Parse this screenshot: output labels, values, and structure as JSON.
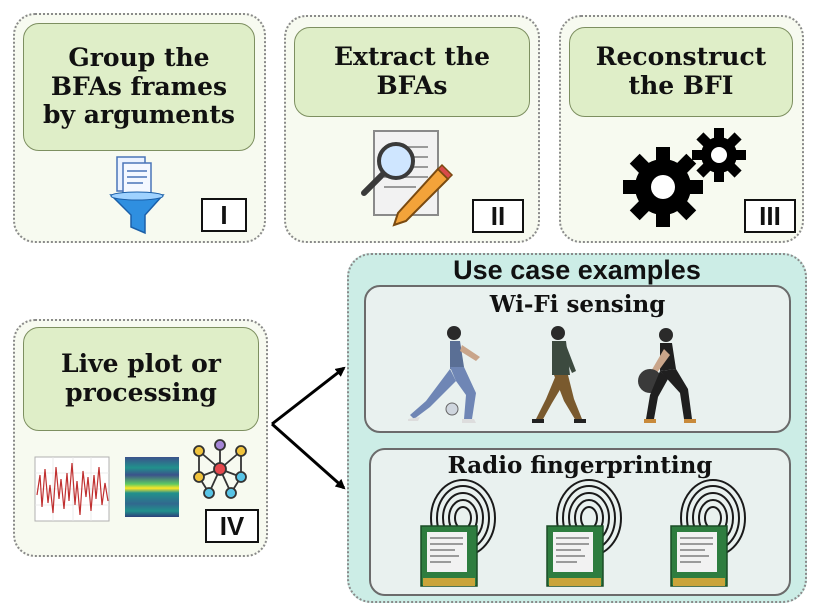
{
  "steps": [
    {
      "title_lines": [
        "Group the",
        "BFAs frames",
        "by arguments"
      ],
      "numeral": "I",
      "icon": "funnel-icon"
    },
    {
      "title_lines": [
        "Extract the",
        "BFAs"
      ],
      "numeral": "II",
      "icon": "document-search-icon"
    },
    {
      "title_lines": [
        "Reconstruct",
        "the BFI"
      ],
      "numeral": "III",
      "icon": "gears-icon"
    },
    {
      "title_lines": [
        "Live plot or",
        "processing"
      ],
      "numeral": "IV",
      "icon": "plots-icon"
    }
  ],
  "use_cases": {
    "title": "Use case examples",
    "wifi_sensing": {
      "title": "Wi-Fi sensing",
      "icon": "people-exercising-icon"
    },
    "radio_fingerprinting": {
      "title": "Radio fingerprinting",
      "icon": "fingerprint-card-icon"
    }
  },
  "colors": {
    "label_fill": "#dfeec8",
    "panel_fill": "#f7faf0",
    "usecase_fill": "#ccede6",
    "subpanel_fill": "#e9f1ef"
  }
}
